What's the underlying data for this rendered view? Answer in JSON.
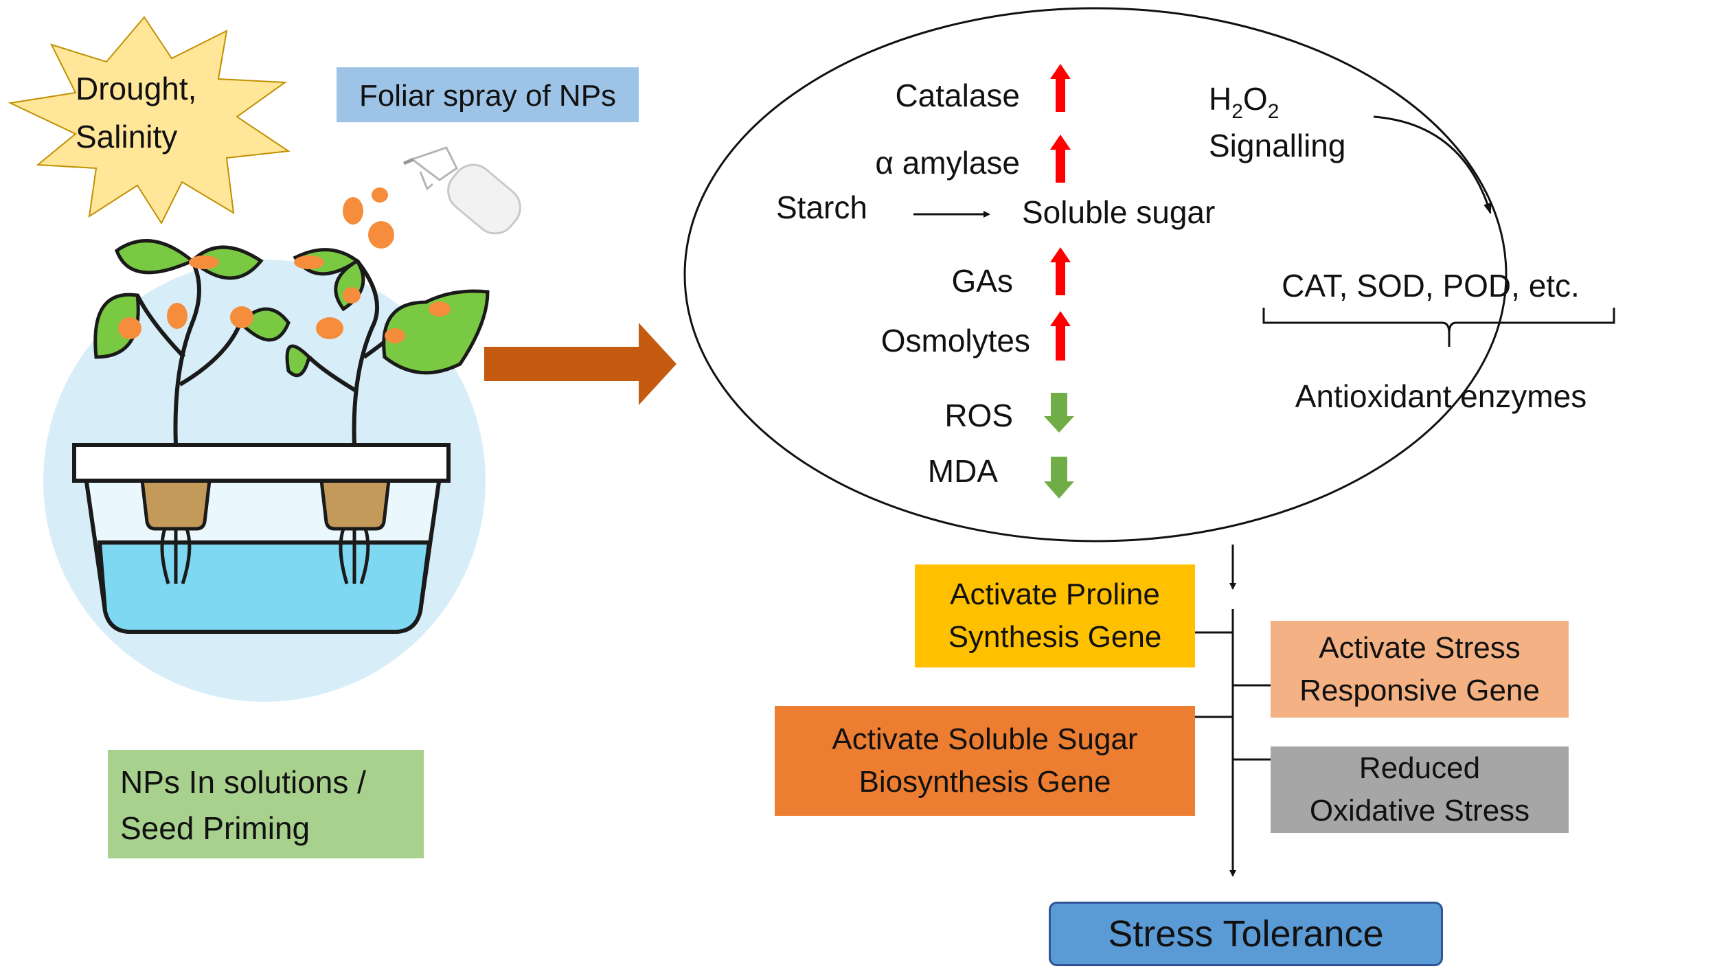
{
  "stress_label": [
    "Drought,",
    "Salinity"
  ],
  "foliar_label": "Foliar spray of NPs",
  "solution_label": [
    "NPs In solutions /",
    "Seed Priming"
  ],
  "ellipse": {
    "catalase": "Catalase",
    "amylase": "α amylase",
    "starch": "Starch",
    "soluble_sugar": "Soluble sugar",
    "gas": "GAs",
    "osmolytes": "Osmolytes",
    "ros": "ROS",
    "mda": "MDA",
    "h2o2_h": "H",
    "h2o2_sub1": "2",
    "h2o2_o": "O",
    "h2o2_sub2": "2",
    "signalling": "Signalling",
    "enzymes_list": "CAT, SOD, POD, etc.",
    "antioxidant": "Antioxidant enzymes"
  },
  "effects": {
    "proline": [
      "Activate Proline",
      "Synthesis Gene"
    ],
    "stress_gene": [
      "Activate Stress",
      "Responsive Gene"
    ],
    "sugar_gene": [
      "Activate Soluble Sugar",
      "Biosynthesis Gene"
    ],
    "oxidative": [
      "Reduced",
      "Oxidative Stress"
    ]
  },
  "result": "Stress Tolerance",
  "colors": {
    "up_arrow": "#ff0000",
    "down_arrow": "#70ad47",
    "main_arrow": "#c55a11",
    "starburst": "#ffe699",
    "foliar_box": "#9dc3e6",
    "solution_box": "#a9d18e",
    "proline_box": "#ffc000",
    "stress_gene_box": "#f4b183",
    "sugar_gene_box": "#ed7d31",
    "oxidative_box": "#a6a6a6",
    "result_box": "#5b9bd5",
    "leaf": "#7ac943",
    "np_dot": "#f58d3c",
    "water": "#7fd8f2",
    "pot_glass": "#eaf8fd",
    "background_circle": "#d7eef8"
  }
}
